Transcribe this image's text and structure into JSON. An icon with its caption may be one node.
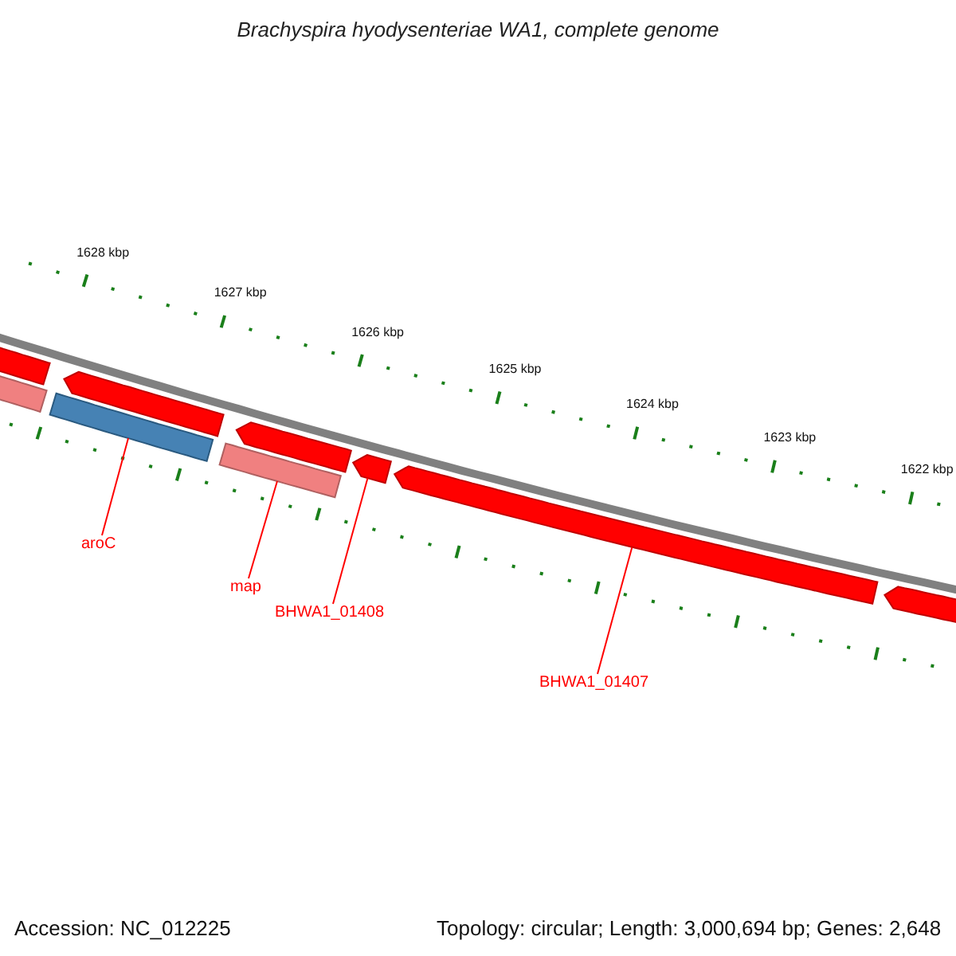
{
  "diagram": {
    "title": "Brachyspira hyodysenteriae WA1, complete genome",
    "nodes": [
      {
        "text": [],
        "shape": "arrow"
      },
      {
        "text": [],
        "shape": "bar"
      },
      {
        "text": [],
        "shape": "arrow"
      },
      {
        "text": [],
        "shape": "bar"
      },
      {
        "text": [],
        "shape": "arrow"
      },
      {
        "text": [],
        "shape": "bar"
      },
      {
        "text": [],
        "shape": "arrow"
      },
      {
        "text": [],
        "shape": "arrow"
      },
      {
        "text": [],
        "shape": "arrow"
      },
      {
        "text": [
          "aroC"
        ]
      },
      {
        "text": [
          "map"
        ]
      },
      {
        "text": [
          "BHWA1_01408"
        ]
      },
      {
        "text": [
          "BHWA1_01407"
        ]
      }
    ],
    "edges": [
      {
        "from": 9,
        "to": 3,
        "arrow": "none"
      },
      {
        "from": 10,
        "to": 5,
        "arrow": "none"
      },
      {
        "from": 11,
        "to": 6,
        "arrow": "none"
      },
      {
        "from": 12,
        "to": 7,
        "arrow": "none"
      }
    ],
    "labels": [
      "1628 kbp",
      "1627 kbp",
      "1626 kbp",
      "1625 kbp",
      "1624 kbp",
      "1623 kbp",
      "1622 kbp",
      "Accession: NC_012225",
      "Topology: circular; Length: 3,000,694 bp; Genes: 2,648"
    ]
  }
}
